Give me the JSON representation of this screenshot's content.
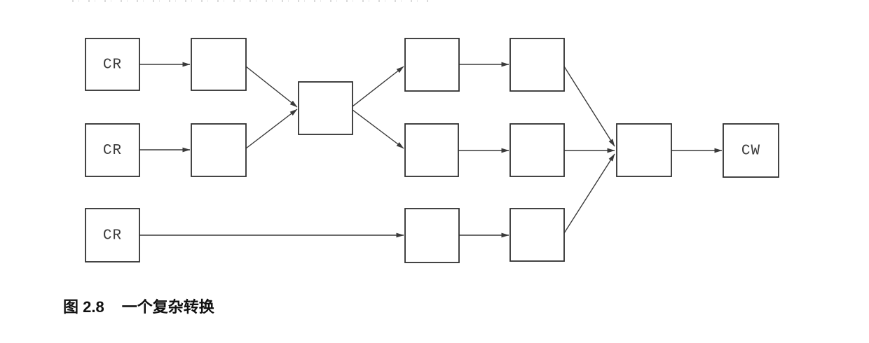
{
  "figure": {
    "caption_label": "图 2.8",
    "caption_title": "一个复杂转换"
  },
  "diagram": {
    "type": "flow-diagram",
    "nodes": [
      {
        "id": "cr-top",
        "label": "CR"
      },
      {
        "id": "box-top-1",
        "label": ""
      },
      {
        "id": "cr-middle",
        "label": "CR"
      },
      {
        "id": "box-middle-1",
        "label": ""
      },
      {
        "id": "merge-left",
        "label": ""
      },
      {
        "id": "box-top-2",
        "label": ""
      },
      {
        "id": "box-top-3",
        "label": ""
      },
      {
        "id": "box-middle-2",
        "label": ""
      },
      {
        "id": "box-middle-3",
        "label": ""
      },
      {
        "id": "merge-right",
        "label": ""
      },
      {
        "id": "cw",
        "label": "CW"
      },
      {
        "id": "cr-bottom",
        "label": "CR"
      },
      {
        "id": "box-bottom-1",
        "label": ""
      },
      {
        "id": "box-bottom-2",
        "label": ""
      }
    ],
    "edges": [
      {
        "from": "cr-top",
        "to": "box-top-1"
      },
      {
        "from": "cr-middle",
        "to": "box-middle-1"
      },
      {
        "from": "box-top-1",
        "to": "merge-left"
      },
      {
        "from": "box-middle-1",
        "to": "merge-left"
      },
      {
        "from": "merge-left",
        "to": "box-top-2"
      },
      {
        "from": "merge-left",
        "to": "box-middle-2"
      },
      {
        "from": "box-top-2",
        "to": "box-top-3"
      },
      {
        "from": "box-middle-2",
        "to": "box-middle-3"
      },
      {
        "from": "box-top-3",
        "to": "merge-right"
      },
      {
        "from": "box-middle-3",
        "to": "merge-right"
      },
      {
        "from": "cr-bottom",
        "to": "box-bottom-1"
      },
      {
        "from": "box-bottom-1",
        "to": "box-bottom-2"
      },
      {
        "from": "box-bottom-2",
        "to": "merge-right"
      },
      {
        "from": "merge-right",
        "to": "cw"
      }
    ]
  },
  "colors": {
    "background": "#ffffff",
    "box_border": "#2f2f2f",
    "edge_line": "#3a3a3a",
    "node_text": "#3d3d3d",
    "caption_text": "#111111"
  }
}
